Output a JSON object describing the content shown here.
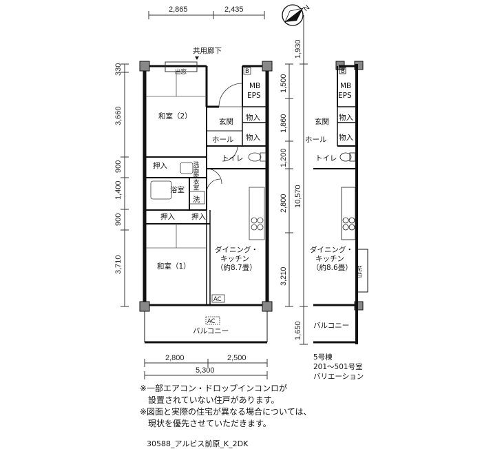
{
  "compass": {
    "label": "N"
  },
  "dims_top": [
    "2,865",
    "2,435"
  ],
  "dims_bottom": [
    "2,800",
    "2,500",
    "5,300"
  ],
  "dims_left": [
    "330",
    "3,660",
    "900",
    "1,400",
    "900",
    "3,710"
  ],
  "dims_right": [
    "1,930",
    "1,500",
    "1,860",
    "1,200",
    "2,800",
    "3,210",
    "1,650"
  ],
  "dims_total": "10,570",
  "rooms": {
    "corridor": "共用廊下",
    "demado": "出窓",
    "mb": "MB",
    "eps": "EPS",
    "b": "B",
    "washitsu2": "和室（2）",
    "genkan": "玄関",
    "monoire": "物入",
    "hall": "ホール",
    "toilet": "トイレ",
    "oshiire": "押入",
    "senmen": "洗面脱衣室",
    "yokushitsu": "浴室",
    "sen": "洗",
    "dk_line1": "ダイニング・",
    "dk_line2": "キッチン",
    "dk_area": "（約8.7畳）",
    "washitsu1": "和室（1）",
    "ac": "AC",
    "balcony": "バルコニー"
  },
  "variation": {
    "dk_line1": "ダイニング・",
    "dk_line2": "キッチン",
    "dk_area": "（約8.6畳）",
    "hanadai": "花台",
    "balcony": "バルコニー",
    "info": [
      "5号棟",
      "201～501号室",
      "バリエーション"
    ]
  },
  "notes": [
    "※一部エアコン・ドロップインコンロが",
    "　設置されていない住戸があります。",
    "※図面と実際の住宅が異なる場合については、",
    "　現状を優先させていただきます。"
  ],
  "code": "30588_アルビス前原_K_2DK"
}
